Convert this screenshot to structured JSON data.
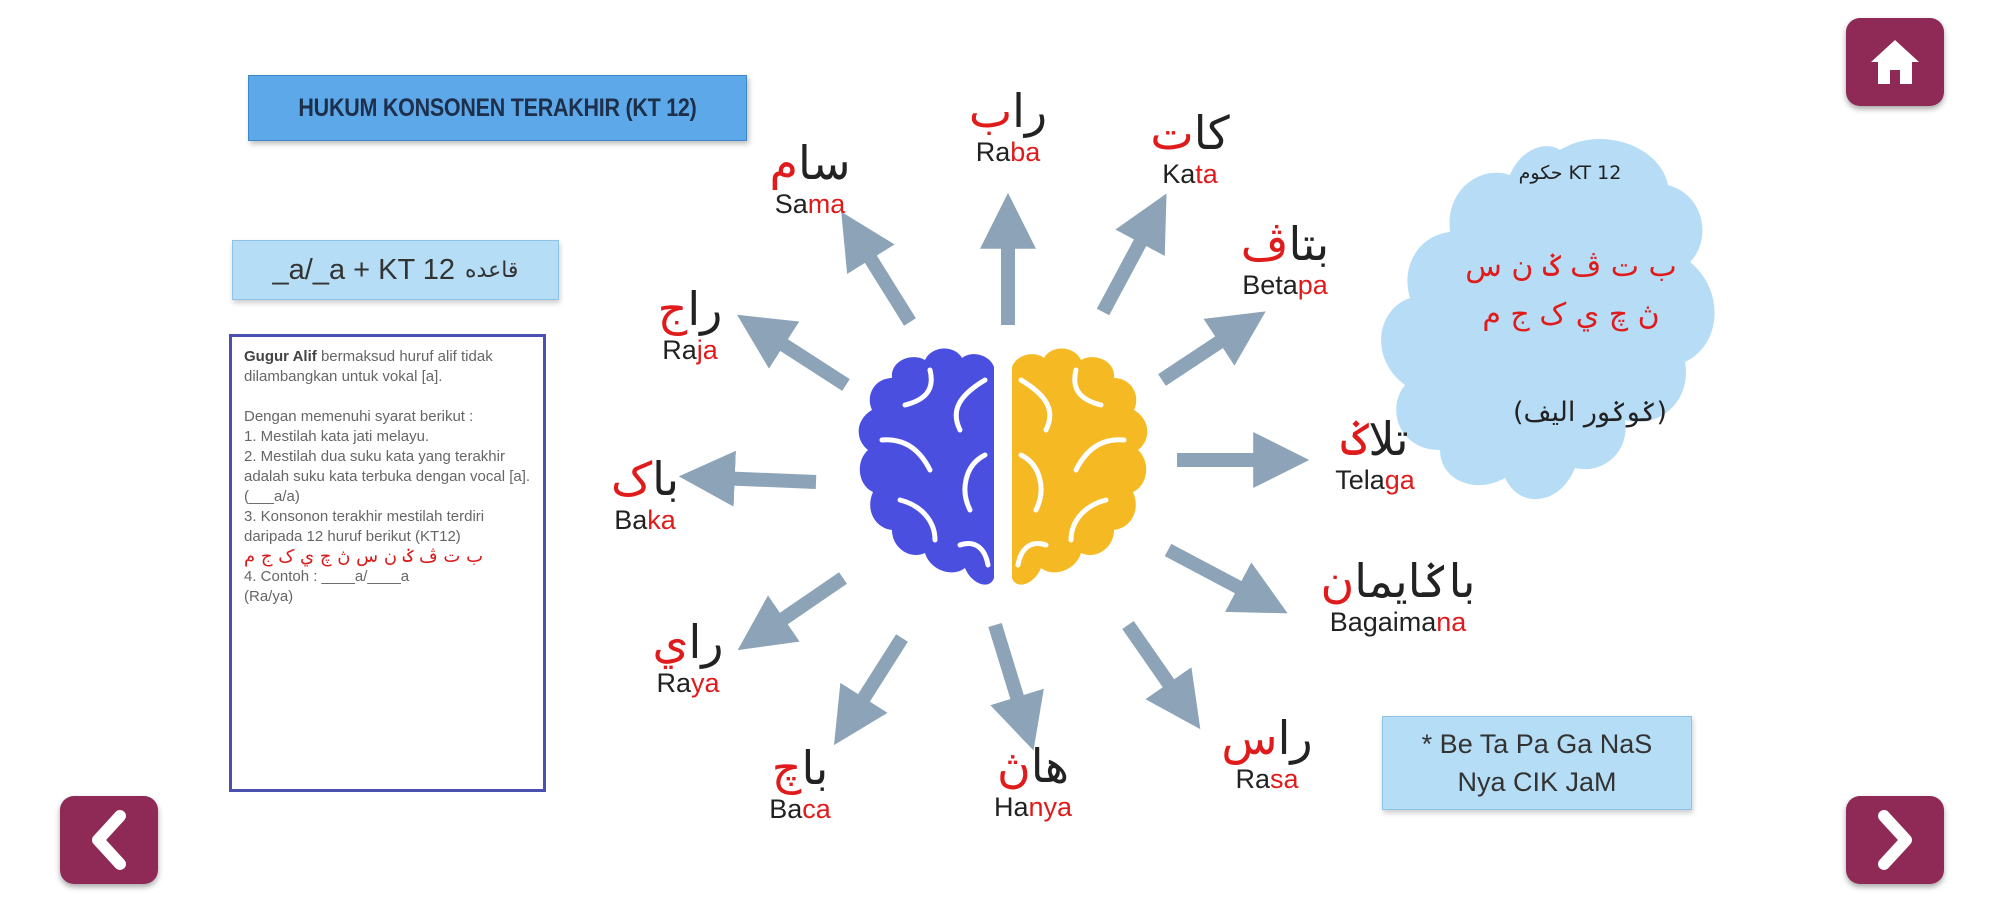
{
  "title": "HUKUM KONSONEN TERAKHIR (KT 12)",
  "rule_box": {
    "latin": "_a/_a + KT 12",
    "arabic": "قاعده"
  },
  "note": {
    "line1_bold": "Gugur Alif",
    "line1_rest": " bermaksud huruf alif tidak dilambangkan untuk vokal [a].",
    "line2": "Dengan memenuhi syarat berikut :",
    "item1": "1. Mestilah kata jati melayu.",
    "item2": "2. Mestilah dua suku kata yang terakhir adalah suku kata terbuka dengan vocal [a]. (___a/a)",
    "item3": "3. Konsonon terakhir mestilah terdiri daripada 12 huruf berikut (KT12)",
    "letters": "ب ت ڤ ݢ ن س ڽ چ ي ک ج م",
    "item4a": "4. Contoh : ____a/____a",
    "item4b": "(Ra/ya)"
  },
  "cloud": {
    "heading": "حکوم KT 12",
    "row1": "ب ت ڤ ݢ ن س",
    "row2": "ڽ چ ي ک ج م",
    "caption": "(ݢوݢور اليف)"
  },
  "hint": {
    "line1": "* Be Ta Pa  Ga NaS",
    "line2": "Nya CIK JaM"
  },
  "words": [
    {
      "id": "raba",
      "ar_black": "را",
      "ar_red": "ب",
      "lat_black": "Ra",
      "lat_red": "ba"
    },
    {
      "id": "kata",
      "ar_black": "کا",
      "ar_red": "ت",
      "lat_black": "Ka",
      "lat_red": "ta"
    },
    {
      "id": "betapa",
      "ar_black": "بتا",
      "ar_red": "ڤ",
      "lat_black": "Beta",
      "lat_red": "pa"
    },
    {
      "id": "telaga",
      "ar_black": "تلا",
      "ar_red": "ݢ",
      "lat_black": "Tela",
      "lat_red": "ga"
    },
    {
      "id": "bagaimana",
      "ar_black": "باݢايما",
      "ar_red": "ن",
      "lat_black": "Bagaima",
      "lat_red": "na"
    },
    {
      "id": "rasa",
      "ar_black": "را",
      "ar_red": "س",
      "lat_black": "Ra",
      "lat_red": "sa"
    },
    {
      "id": "hanya",
      "ar_black": "ها",
      "ar_red": "ڽ",
      "lat_black": "Ha",
      "lat_red": "nya"
    },
    {
      "id": "baca",
      "ar_black": "با",
      "ar_red": "چ",
      "lat_black": "Ba",
      "lat_red": "ca"
    },
    {
      "id": "raya",
      "ar_black": "را",
      "ar_red": "ي",
      "lat_black": "Ra",
      "lat_red": "ya"
    },
    {
      "id": "baka",
      "ar_black": "با",
      "ar_red": "ک",
      "lat_black": "Ba",
      "lat_red": "ka"
    },
    {
      "id": "raja",
      "ar_black": "را",
      "ar_red": "ج",
      "lat_black": "Ra",
      "lat_red": "ja"
    },
    {
      "id": "sama",
      "ar_black": "سا",
      "ar_red": "م",
      "lat_black": "Sa",
      "lat_red": "ma"
    }
  ],
  "colors": {
    "nav": "#8e2a55",
    "title_bg": "#5da8e8",
    "box_bg": "#b5ddf5",
    "brain_left": "#4a4fe0",
    "brain_right": "#f5b923",
    "arrow": "#8da3b8",
    "accent_red": "#e01b1b"
  },
  "icons": {
    "home": "home-icon",
    "prev": "chevron-left-icon",
    "next": "chevron-right-icon"
  }
}
